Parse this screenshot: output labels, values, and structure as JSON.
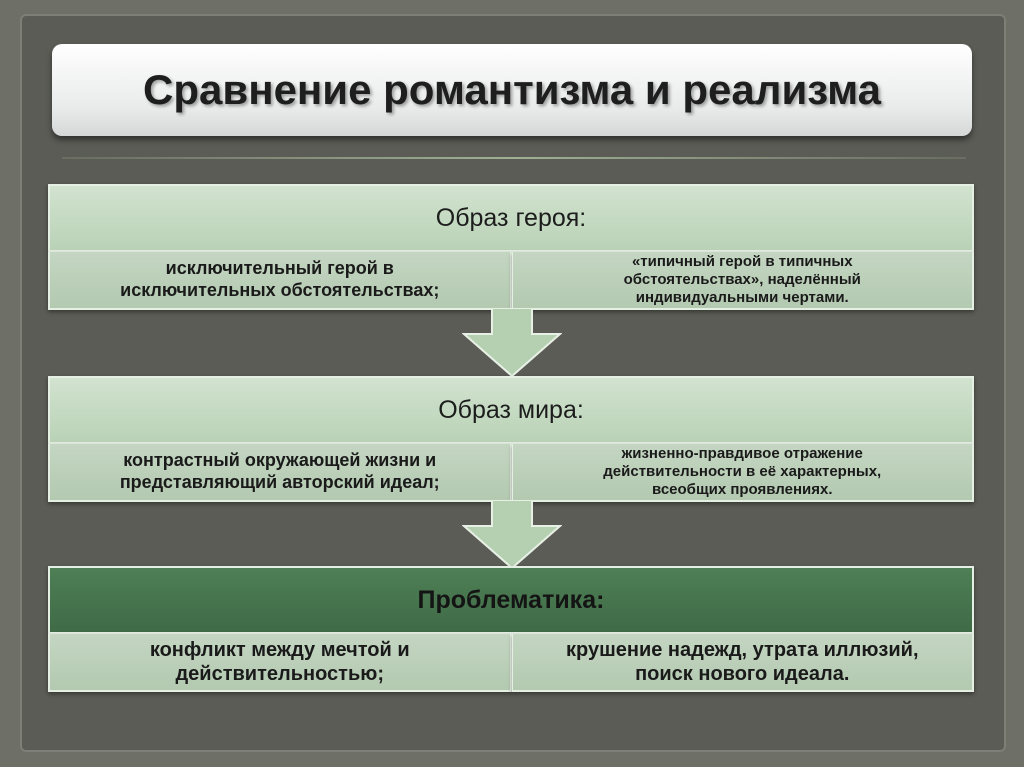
{
  "title": "Сравнение романтизма и реализма",
  "sections": [
    {
      "heading": "Образ героя:",
      "left": "исключительный герой в\nисключительных обстоятельствах;",
      "right": "«типичный герой в типичных\nобстоятельствах», наделённый\nиндивидуальными чертами."
    },
    {
      "heading": "Образ мира:",
      "left": "контрастный окружающей жизни и\nпредставляющий авторский идеал;",
      "right": "жизненно-правдивое отражение\nдействительности в её характерных,\nвсеобщих проявлениях."
    },
    {
      "heading": "Проблематика:",
      "left": "конфликт между мечтой и\nдействительностью;",
      "right": "крушение надежд, утрата иллюзий,\nпоиск нового идеала."
    }
  ],
  "colors": {
    "background": "#6e6f66",
    "header_light": "#c5dbc2",
    "header_dark": "#46754d",
    "cell": "#bccfb9",
    "arrow": "#b2cfae"
  }
}
